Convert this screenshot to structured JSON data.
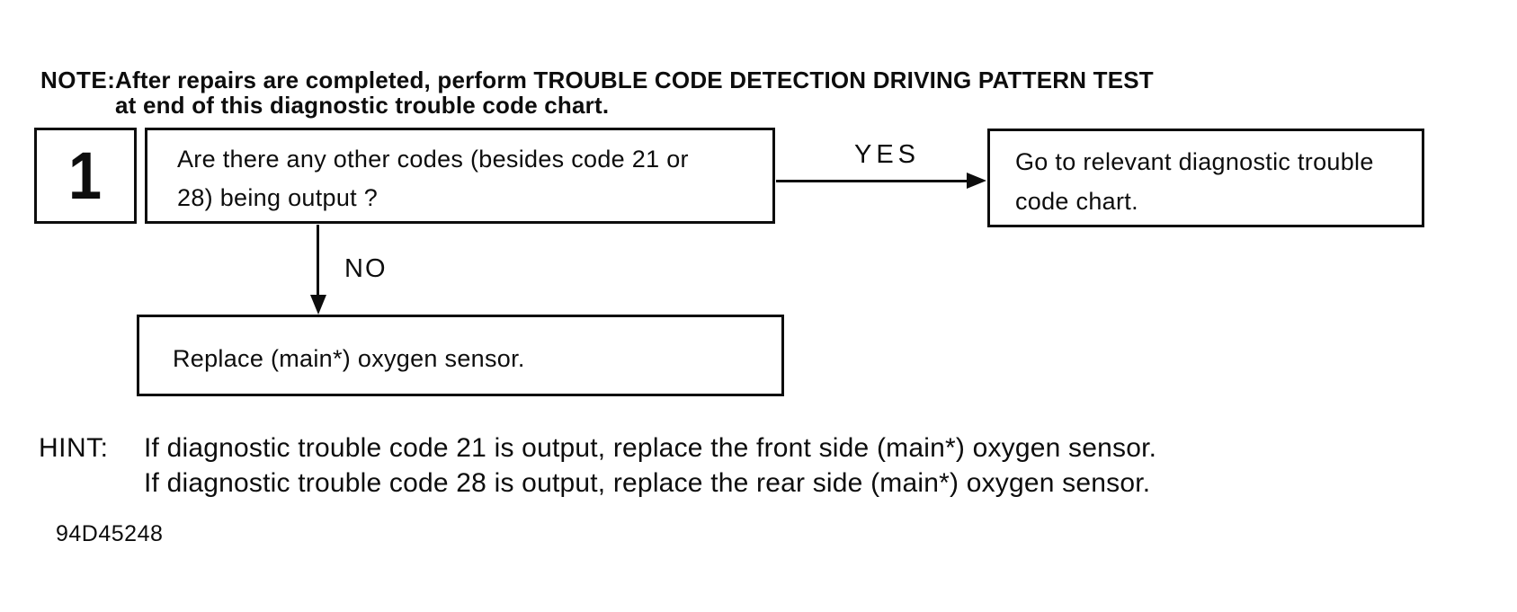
{
  "note": {
    "label": "NOTE:",
    "line1": "After repairs are completed, perform TROUBLE CODE DETECTION DRIVING PATTERN TEST",
    "line2": "at end of this diagnostic trouble code chart."
  },
  "flowchart": {
    "step1": {
      "number": "1",
      "question_line1": "Are there any other codes (besides code 21 or",
      "question_line2": "28) being output ?"
    },
    "yes_branch": {
      "label": "YES",
      "result_line1": "Go to relevant diagnostic trouble",
      "result_line2": "code chart."
    },
    "no_branch": {
      "label": "NO",
      "result": "Replace (main*) oxygen sensor."
    }
  },
  "hint": {
    "label": "HINT:",
    "line1": "If diagnostic trouble code 21 is output, replace the front side (main*) oxygen sensor.",
    "line2": "If diagnostic trouble code 28 is output, replace the rear side (main*) oxygen sensor."
  },
  "figure_id": "94D45248",
  "colors": {
    "ink": "#0d0d0d",
    "background": "#ffffff"
  }
}
